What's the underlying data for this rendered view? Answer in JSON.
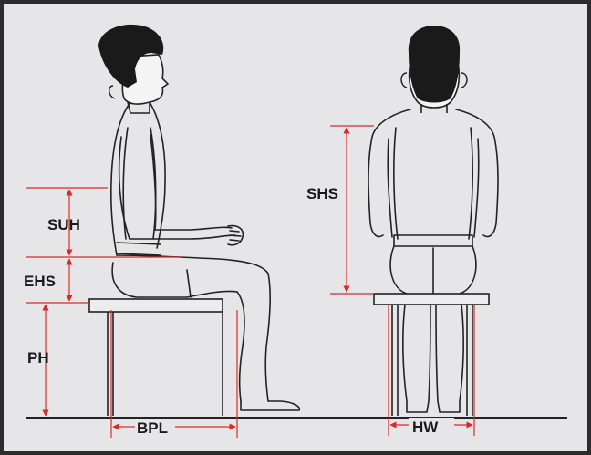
{
  "labels": {
    "suh": "SUH",
    "ehs": "EHS",
    "ph": "PH",
    "bpl": "BPL",
    "shs": "SHS",
    "hw": "HW"
  },
  "colors": {
    "background": "#e6e6e8",
    "frame": "#2c2c2c",
    "outline": "#222222",
    "hair": "#1a1a1a",
    "dimension": "#d82a2a",
    "label": "#1a1a1a"
  }
}
